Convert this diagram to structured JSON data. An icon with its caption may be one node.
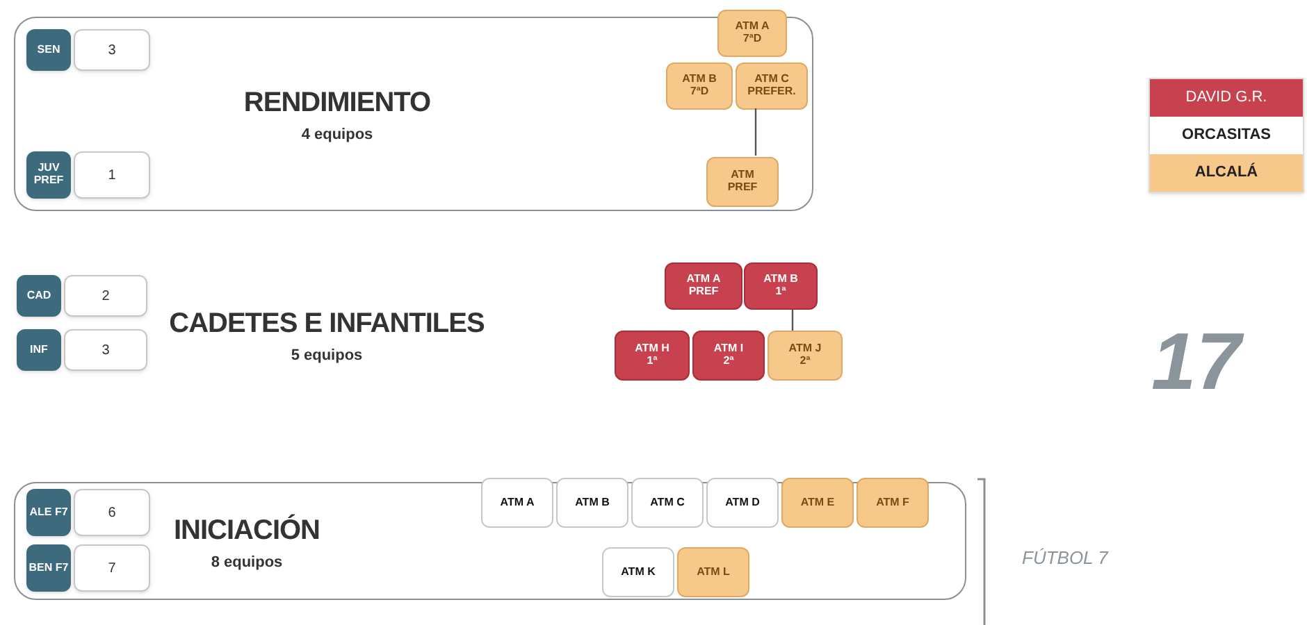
{
  "diagram": {
    "nodes": [
      {
        "text": [
          "RENDIMIENTO",
          "4 equipos"
        ]
      },
      {
        "text": [
          "SEN"
        ],
        "in": 0
      },
      {
        "text": [
          "3"
        ],
        "in": 0
      },
      {
        "text": [
          "JUV PREF"
        ],
        "in": 0
      },
      {
        "text": [
          "1"
        ],
        "in": 0
      },
      {
        "text": [
          "ATM A",
          "7ªD"
        ],
        "in": 0
      },
      {
        "text": [
          "ATM B",
          "7ªD"
        ],
        "in": 0
      },
      {
        "text": [
          "ATM C",
          "PREFER."
        ],
        "in": 0
      },
      {
        "text": [
          "ATM",
          "PREF"
        ],
        "in": 0
      },
      {
        "text": [
          "CAD"
        ]
      },
      {
        "text": [
          "2"
        ]
      },
      {
        "text": [
          "INF"
        ]
      },
      {
        "text": [
          "3"
        ]
      },
      {
        "text": [
          "ATM A",
          "PREF"
        ]
      },
      {
        "text": [
          "ATM B",
          "1ª"
        ]
      },
      {
        "text": [
          "ATM H",
          "1ª"
        ]
      },
      {
        "text": [
          "ATM I",
          "2ª"
        ]
      },
      {
        "text": [
          "ATM J",
          "2ª"
        ]
      },
      {
        "text": [
          "INICIACIÓN",
          "8 equipos"
        ]
      },
      {
        "text": [
          "ALE F7"
        ],
        "in": 18
      },
      {
        "text": [
          "6"
        ],
        "in": 18
      },
      {
        "text": [
          "BEN F7"
        ],
        "in": 18
      },
      {
        "text": [
          "7"
        ],
        "in": 18
      },
      {
        "text": [
          "ATM A"
        ],
        "in": 18
      },
      {
        "text": [
          "ATM B"
        ],
        "in": 18
      },
      {
        "text": [
          "ATM C"
        ],
        "in": 18
      },
      {
        "text": [
          "ATM D"
        ],
        "in": 18
      },
      {
        "text": [
          "ATM E"
        ],
        "in": 18
      },
      {
        "text": [
          "ATM F"
        ],
        "in": 18
      },
      {
        "text": [
          "ATM K"
        ],
        "in": 18
      },
      {
        "text": [
          "ATM L"
        ],
        "in": 18
      }
    ],
    "edges": [
      {
        "from": 7,
        "to": 8,
        "arrow": "none"
      },
      {
        "from": 14,
        "to": 17,
        "arrow": "none"
      }
    ],
    "labels": [
      "CADETES E INFANTILES",
      "5 equipos",
      "17",
      "FÚTBOL 7"
    ],
    "legend": [
      {
        "text": "DAVID G.R.",
        "color": "#c8414f"
      },
      {
        "text": "ORCASITAS",
        "color": "#ffffff"
      },
      {
        "text": "ALCALÁ",
        "color": "#f6c98a"
      }
    ]
  }
}
